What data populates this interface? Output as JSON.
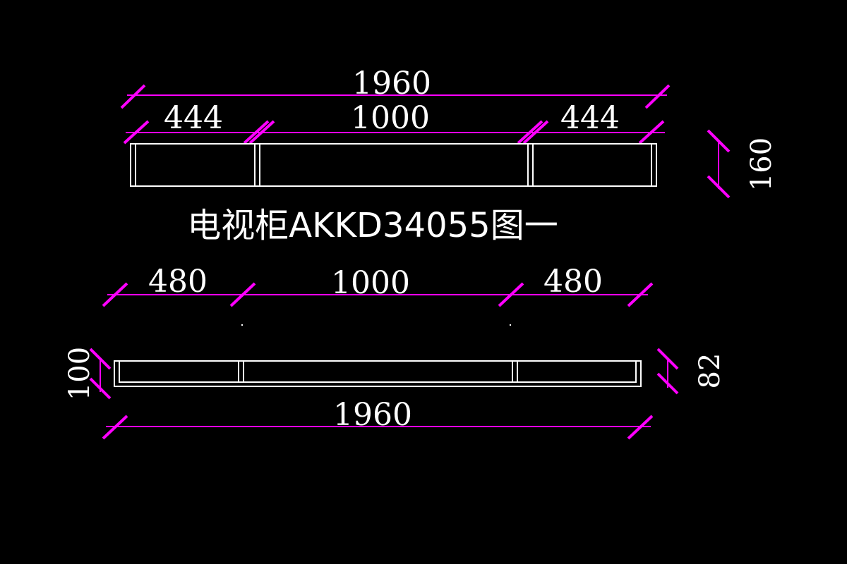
{
  "drawing": {
    "title": "电视柜AKKD34055图一",
    "top_view": {
      "overall_width": "1960",
      "segment_left": "444",
      "segment_middle": "1000",
      "segment_right": "444",
      "depth": "160"
    },
    "front_view": {
      "segment_left": "480",
      "segment_middle": "1000",
      "segment_right": "480",
      "overall_width": "1960",
      "height_left": "100",
      "height_right": "82"
    }
  },
  "colors": {
    "background": "#000000",
    "dimension": "#ff00ff",
    "object": "#ffffff"
  }
}
